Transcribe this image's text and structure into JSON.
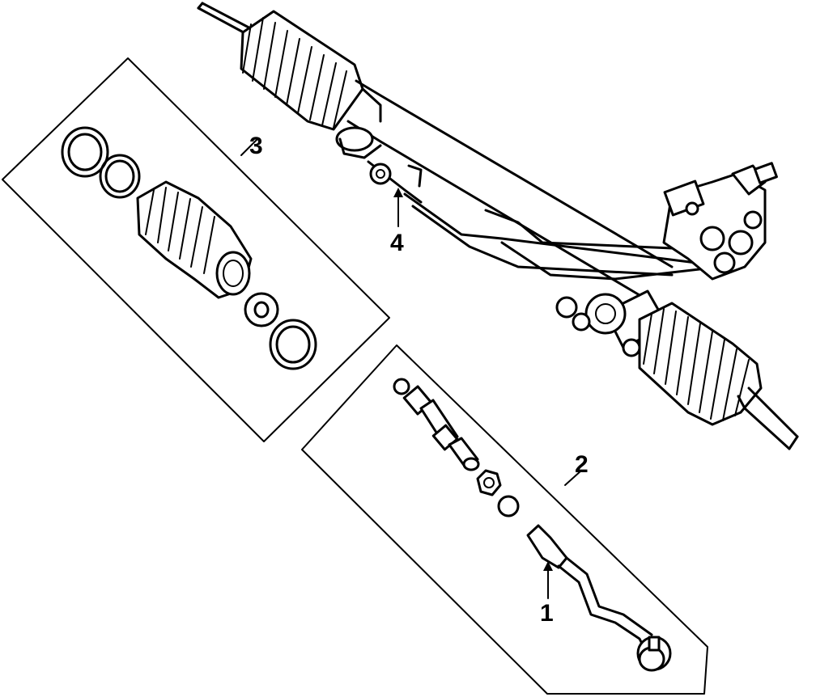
{
  "diagram": {
    "callouts": {
      "c1": "1",
      "c2": "2",
      "c3": "3",
      "c4": "4"
    },
    "colors": {
      "line": "#000000",
      "background": "#ffffff"
    }
  }
}
